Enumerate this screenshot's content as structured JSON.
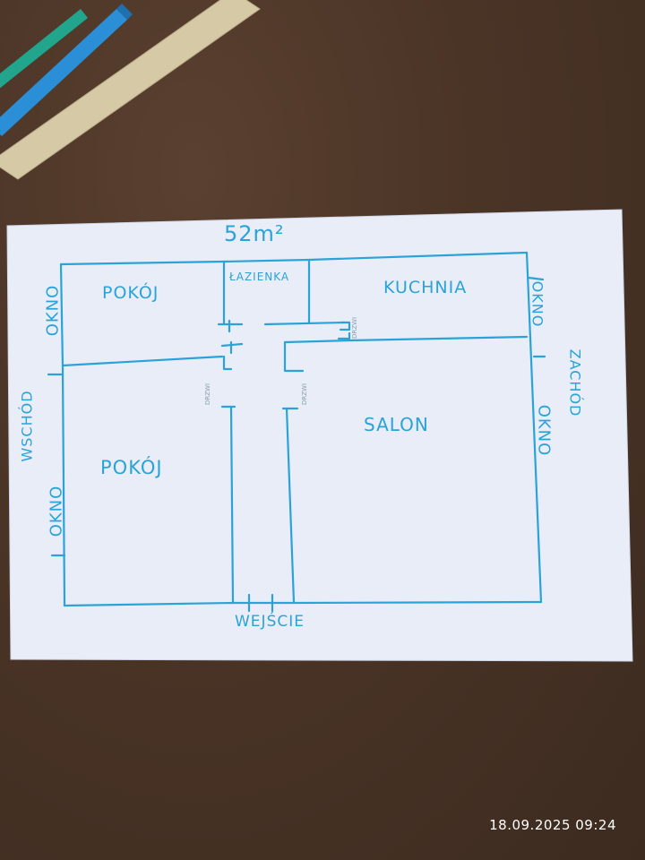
{
  "plan": {
    "area": "52m²",
    "rooms": {
      "pokoj_top": "POKÓJ",
      "lazienka": "ŁAZIENKA",
      "kuchnia": "KUCHNIA",
      "pokoj_left": "POKÓJ",
      "salon": "SALON"
    },
    "entrance": "WEJŚCIE",
    "directions": {
      "east": "WSCHÓD",
      "west": "ZACHÓD"
    },
    "windows": {
      "left_top": "OKNO",
      "left_bottom": "OKNO",
      "right_top": "OKNO",
      "right_bottom": "OKNO"
    },
    "door_marks": {
      "d1": "DRZWI",
      "d2": "DRZWI",
      "d3": "DRZWI"
    }
  },
  "photo": {
    "timestamp": "18.09.2025 09:24"
  },
  "colors": {
    "ink": "#2aa3d8",
    "paper": "#e9edf8",
    "table": "#4a3426"
  }
}
